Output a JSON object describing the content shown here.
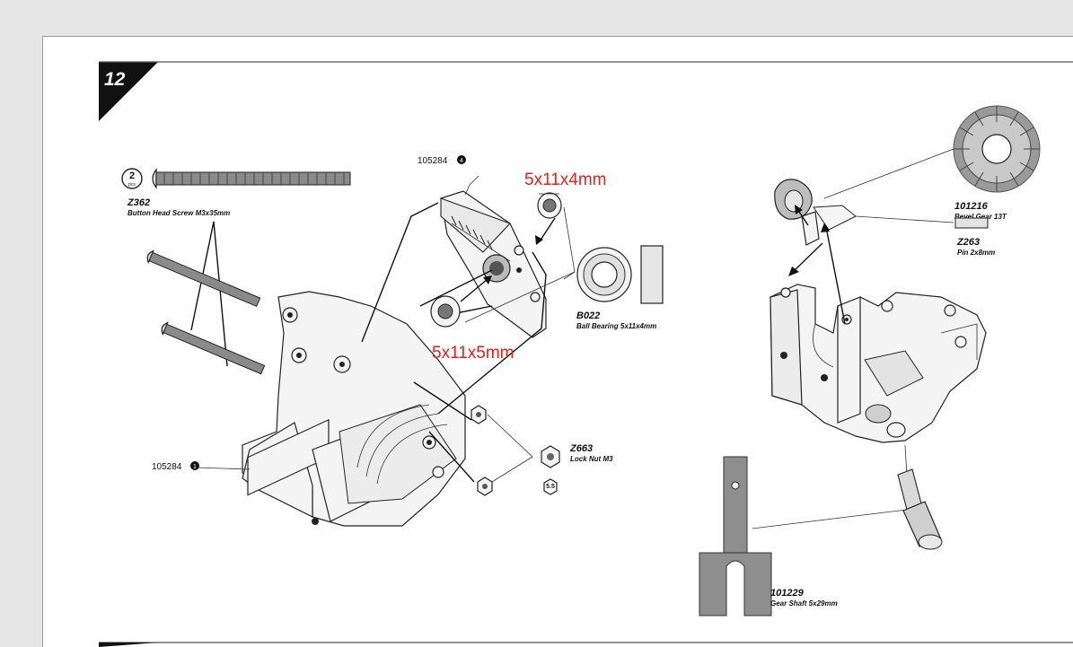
{
  "step": {
    "number": "12"
  },
  "parts": {
    "z362": {
      "code": "Z362",
      "desc": "Button Head Screw M3x35mm",
      "qty": "2"
    },
    "p105284_top": {
      "code": "105284",
      "marker": "4"
    },
    "p105284_bottom": {
      "code": "105284",
      "marker": "1"
    },
    "b022": {
      "code": "B022",
      "desc": "Ball Bearing 5x11x4mm"
    },
    "z663": {
      "code": "Z663",
      "desc": "Lock Nut M3",
      "wrench": "5.5"
    },
    "p101216": {
      "code": "101216",
      "desc": "Bevel Gear 13T"
    },
    "z263": {
      "code": "Z263",
      "desc": "Pin 2x8mm"
    },
    "p101229": {
      "code": "101229",
      "desc": "Gear Shaft 5x29mm"
    }
  },
  "annotations": {
    "bearing_top": "5x11x4mm",
    "bearing_bottom": "5x11x5mm"
  },
  "colors": {
    "annotation_red": "#e8211c",
    "step_badge": "#111111"
  }
}
